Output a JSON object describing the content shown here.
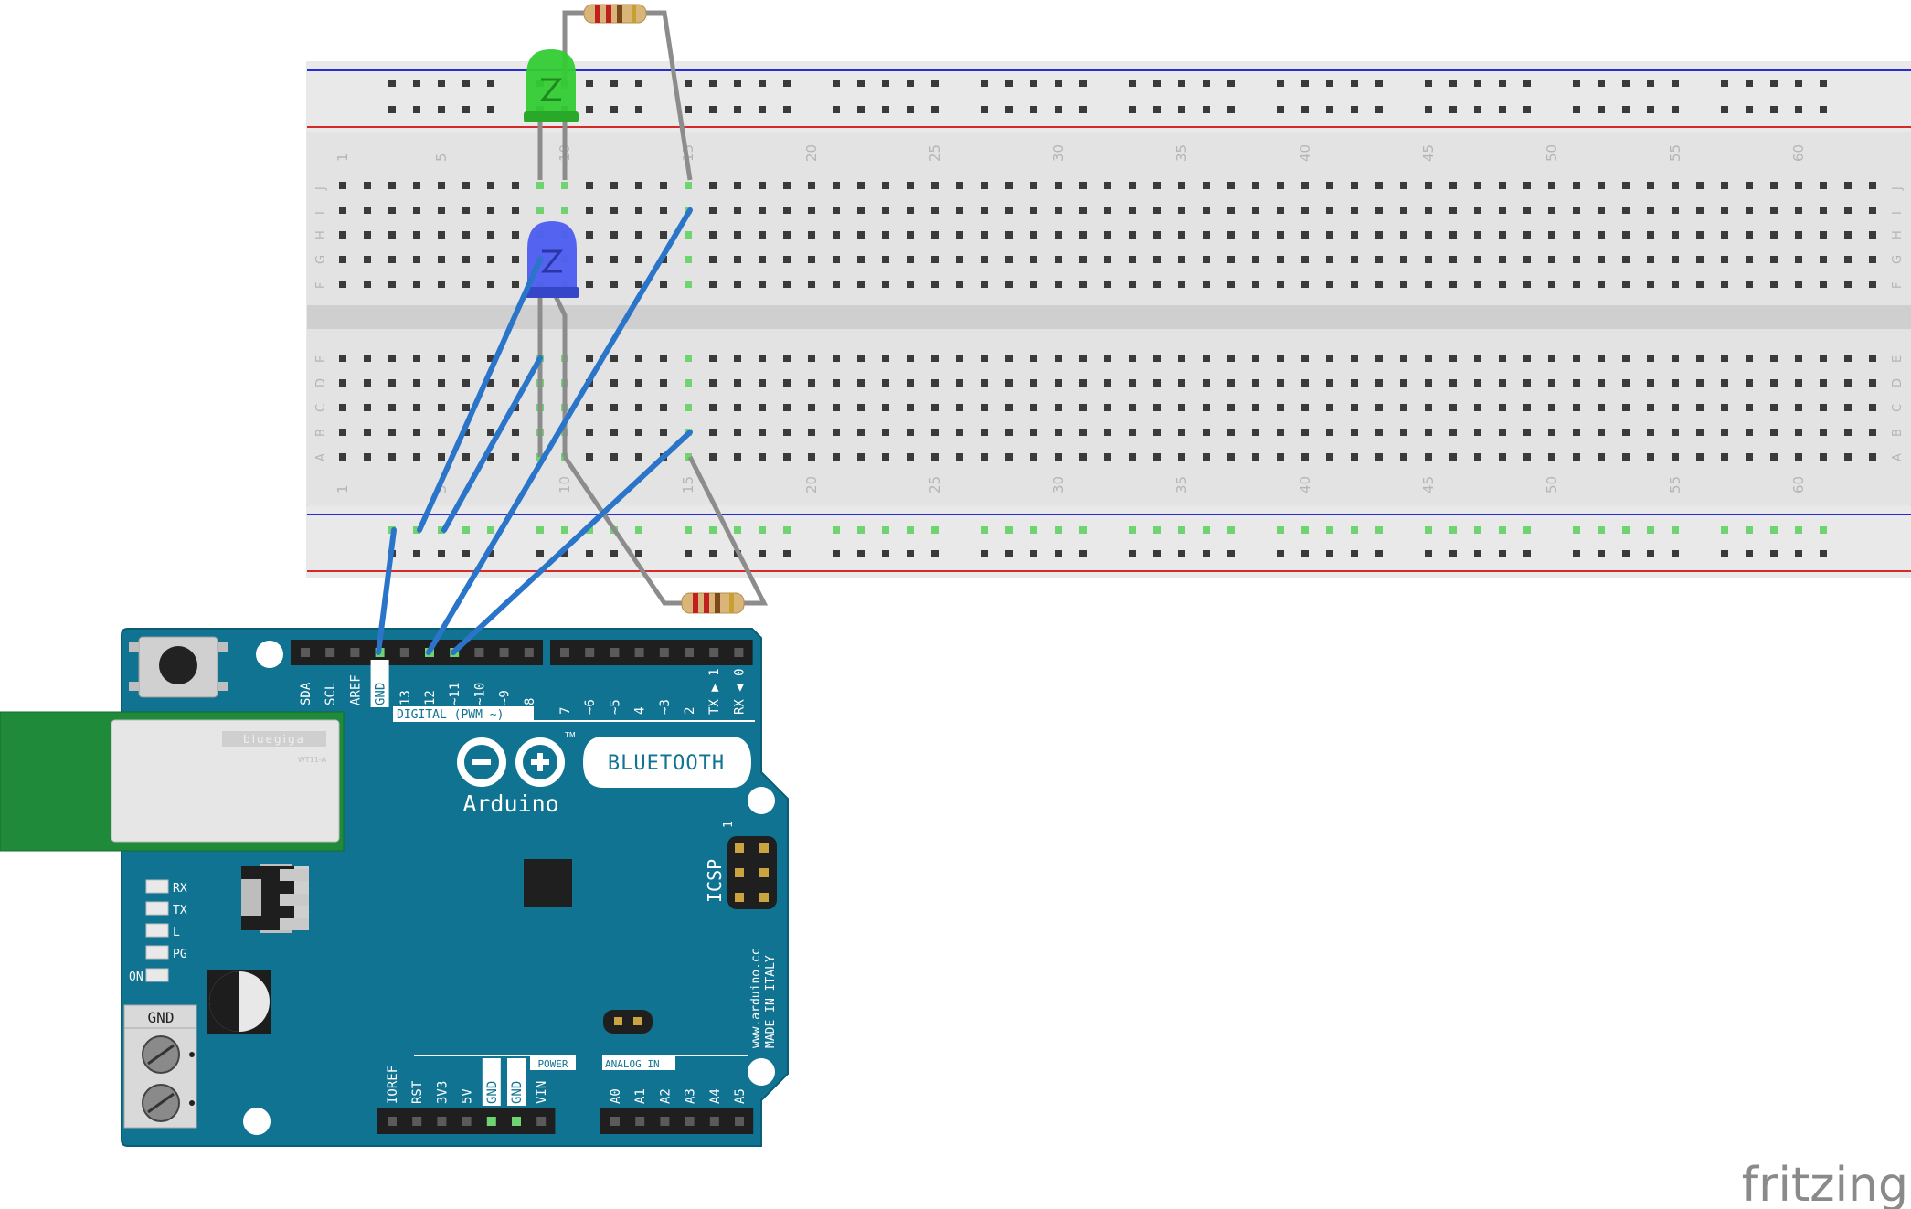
{
  "breadboard": {
    "column_numbers": [
      "1",
      "5",
      "10",
      "15",
      "20",
      "25",
      "30",
      "35",
      "40",
      "45",
      "50",
      "55",
      "60"
    ],
    "top_row_letters": [
      "J",
      "I",
      "H",
      "G",
      "F"
    ],
    "bottom_row_letters": [
      "E",
      "D",
      "C",
      "B",
      "A"
    ]
  },
  "arduino": {
    "brand": "Arduino",
    "model_label": "BLUETOOTH",
    "trademark": "TM",
    "module_brand": "bluegiga",
    "module_part": "WT11-A",
    "digital_header_title": "DIGITAL (PWM ~)",
    "top_pins_left": [
      "SDA",
      "SCL",
      "AREF",
      "GND",
      "13",
      "12",
      "~11",
      "~10",
      "~9",
      "8"
    ],
    "top_pins_right": [
      "7",
      "~6",
      "~5",
      "4",
      "~3",
      "2",
      "TX ▶ 1",
      "RX ◀ 0"
    ],
    "power_header_title": "POWER",
    "power_pins": [
      "IOREF",
      "RST",
      "3V3",
      "5V",
      "GND",
      "GND",
      "VIN"
    ],
    "analog_header_title": "ANALOG IN",
    "analog_pins": [
      "A0",
      "A1",
      "A2",
      "A3",
      "A4",
      "A5"
    ],
    "icsp_label": "ICSP",
    "icsp_pin1": "1",
    "led_labels": [
      "RX",
      "TX",
      "L",
      "PG"
    ],
    "on_label": "ON",
    "terminal_label": "GND",
    "website_line1": "www.arduino.cc",
    "website_line2": "MADE IN ITALY"
  },
  "footer": {
    "logo_text": "fritzing"
  },
  "colors": {
    "board": "#0f7391",
    "board_dark": "#0b5d76",
    "wire": "#2a75c9",
    "led_green": "#33cc33",
    "led_blue": "#4d5df0",
    "breadboard": "#e8e8e8",
    "rail_blue": "#2b2bd6",
    "rail_red": "#d42a2a",
    "connected_hole": "#6fd36f",
    "bt_module_green": "#1f8a3a"
  },
  "icons": [
    "green-led-icon",
    "blue-led-icon",
    "resistor-icon",
    "reset-button-icon",
    "capacitor-icon",
    "screw-terminal-icon",
    "ic-chip-icon",
    "voltage-regulator-icon"
  ]
}
